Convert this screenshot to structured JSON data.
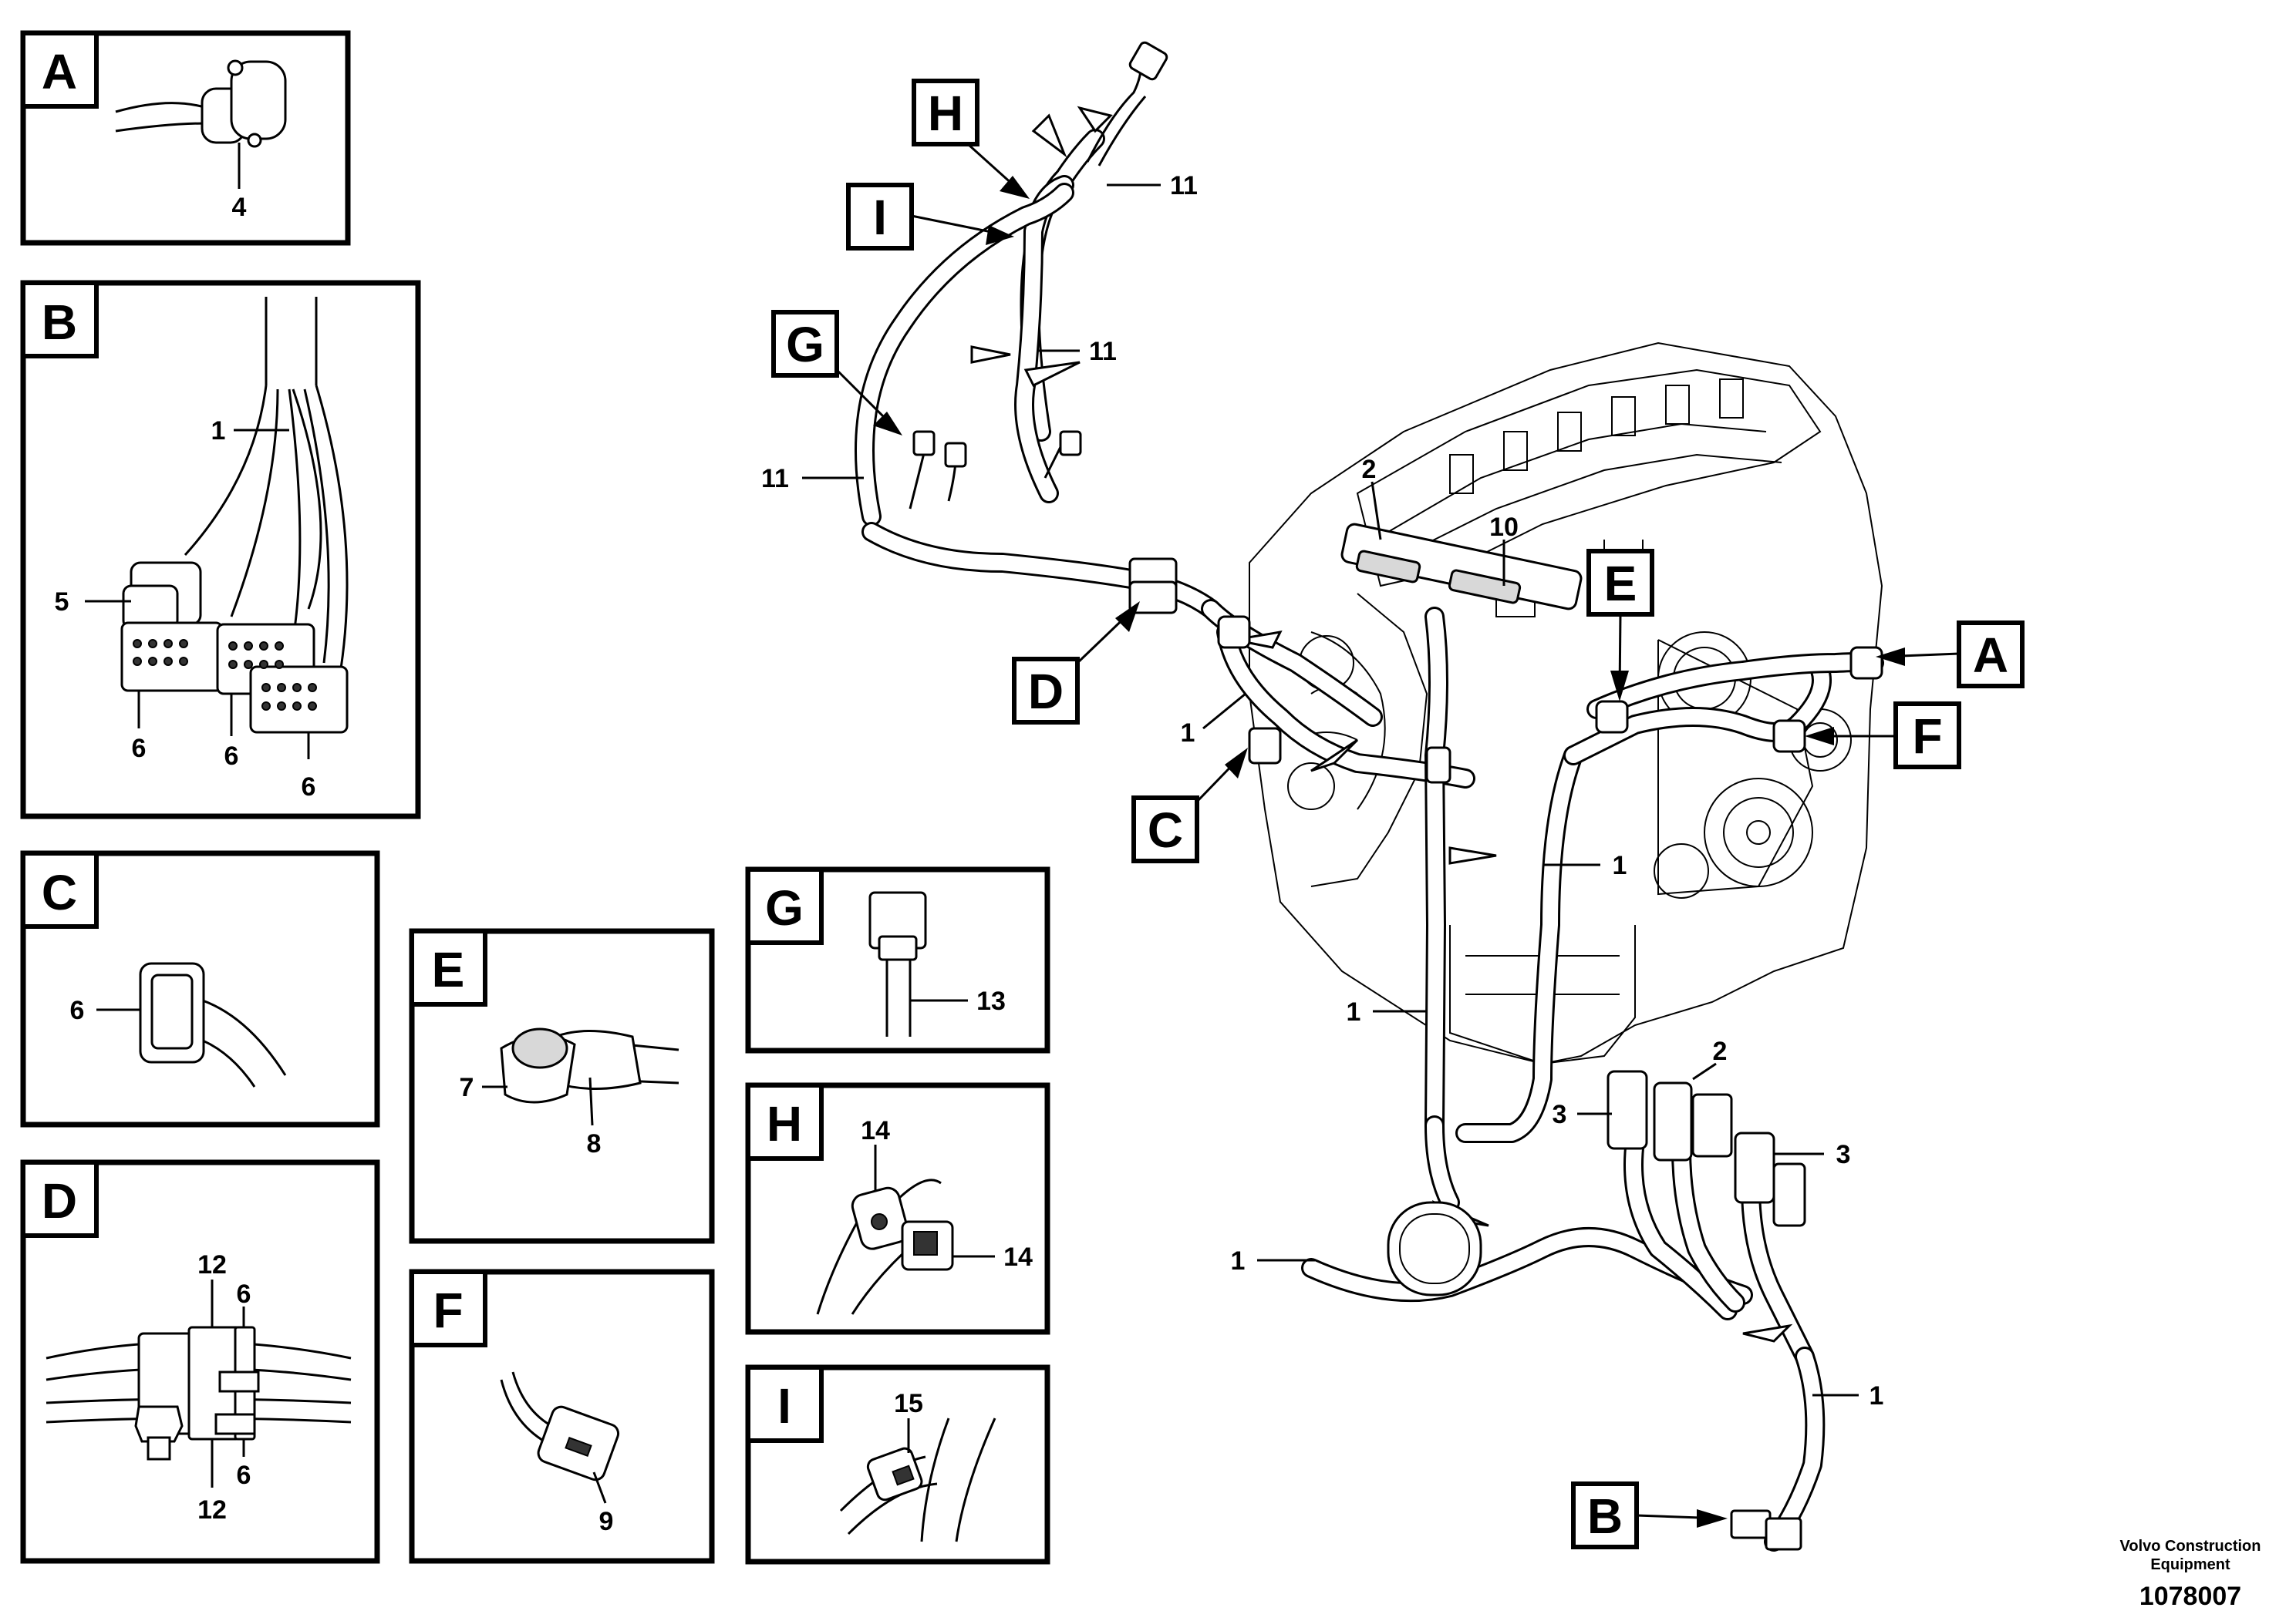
{
  "detail_letters": [
    "A",
    "B",
    "C",
    "D",
    "E",
    "F",
    "G",
    "H",
    "I"
  ],
  "callouts": {
    "A": "A",
    "B": "B",
    "C": "C",
    "D": "D",
    "E": "E",
    "F": "F",
    "G": "G",
    "H": "H",
    "I": "I"
  },
  "item_numbers": {
    "n1": "1",
    "n2": "2",
    "n3": "3",
    "n4": "4",
    "n5": "5",
    "n6": "6",
    "n7": "7",
    "n8": "8",
    "n9": "9",
    "n10": "10",
    "n11": "11",
    "n12": "12",
    "n13": "13",
    "n14": "14",
    "n15": "15"
  },
  "footer": {
    "publisher_line1": "Volvo Construction",
    "publisher_line2": "Equipment",
    "figure_number": "1078007"
  }
}
